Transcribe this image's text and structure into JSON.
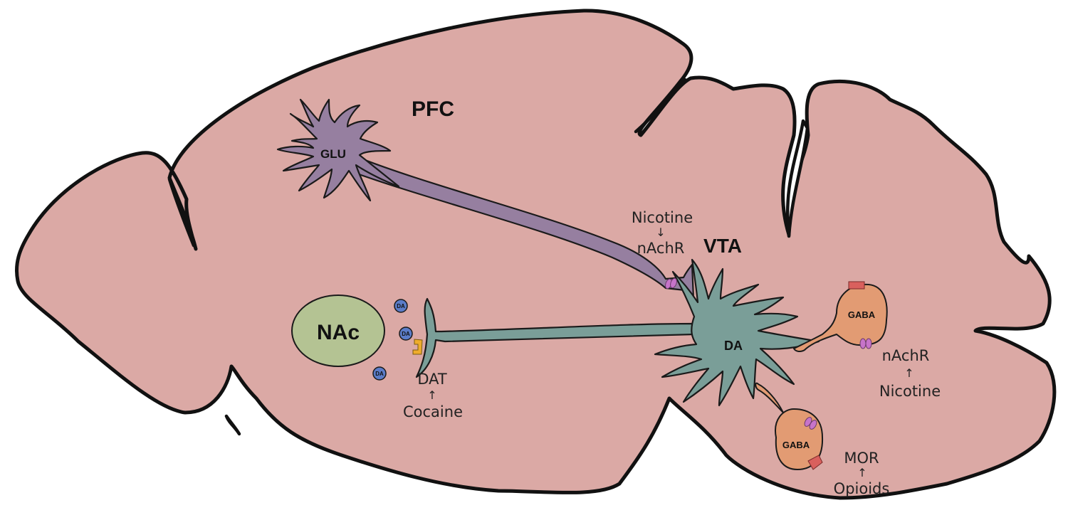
{
  "diagram": {
    "regions": {
      "pfc": "PFC",
      "vta": "VTA",
      "nac": "NAc"
    },
    "neurons": {
      "glutamate": "GLU",
      "dopamine": "DA",
      "gaba_upper": "GABA",
      "gaba_lower": "GABA"
    },
    "dopamine_molecules": [
      "DA",
      "DA",
      "DA"
    ],
    "annotations": {
      "vta_nicotine": {
        "drug": "Nicotine",
        "receptor": "nAchR",
        "direction": "down"
      },
      "dat_cocaine": {
        "receptor": "DAT",
        "drug": "Cocaine",
        "direction": "up"
      },
      "gaba_nicotine": {
        "receptor": "nAchR",
        "drug": "Nicotine",
        "direction": "up"
      },
      "gaba_opioids": {
        "receptor": "MOR",
        "drug": "Opioids",
        "direction": "up"
      }
    },
    "arrows": {
      "down": "↓",
      "up": "↑"
    },
    "colors": {
      "brain_fill": "#dba9a5",
      "glu_neuron": "#967fa0",
      "da_neuron": "#7a9e98",
      "gaba_neuron": "#e29b73",
      "nac_region": "#b4c393",
      "da_molecule": "#5b7cc8",
      "nachr_receptor": "#c774c9",
      "mor_receptor": "#d9605d",
      "dat_transporter": "#eeac2c",
      "outline": "#111111"
    }
  }
}
